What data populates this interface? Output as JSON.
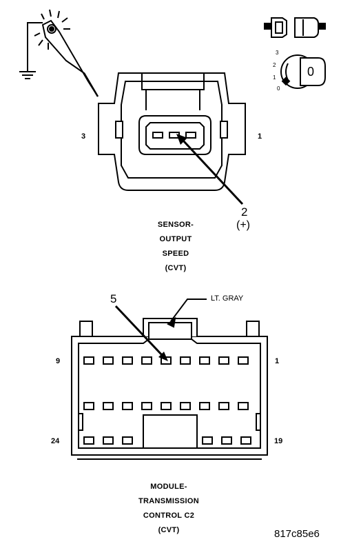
{
  "sensor_connector": {
    "pin_left": "3",
    "pin_right": "1",
    "callout_number": "2",
    "callout_polarity": "(+)",
    "title_lines": [
      "SENSOR-",
      "OUTPUT",
      "SPEED",
      "(CVT)"
    ]
  },
  "module_connector": {
    "pin_top_left": "9",
    "pin_top_right": "1",
    "pin_bottom_left": "24",
    "pin_bottom_right": "19",
    "callout_number": "5",
    "color_label": "LT. GRAY",
    "title_lines": [
      "MODULE-",
      "TRANSMISSION",
      "CONTROL C2",
      "(CVT)"
    ]
  },
  "ignition_icon": {
    "positions": [
      "3",
      "2",
      "1",
      "0"
    ],
    "key_label": "0"
  },
  "figure_id": "817c85e6",
  "icons": [
    "test-light-probe-icon",
    "ground-symbol-icon",
    "disconnected-connector-icon",
    "ignition-key-icon"
  ]
}
